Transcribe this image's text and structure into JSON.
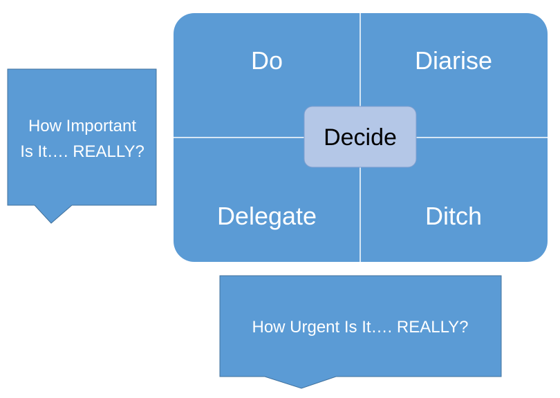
{
  "matrix": {
    "quadrants": {
      "top_left": "Do",
      "top_right": "Diarise",
      "bottom_left": "Delegate",
      "bottom_right": "Ditch"
    },
    "center_label": "Decide"
  },
  "callouts": {
    "importance": {
      "line1": "How Important",
      "line2": "Is It…. REALLY?"
    },
    "urgency": {
      "text": "How Urgent Is It…. REALLY?"
    }
  },
  "colors": {
    "shape_fill": "#5b9bd5",
    "shape_stroke": "#41719c",
    "divider": "#ffffff",
    "center_fill": "#b4c7e7",
    "center_stroke": "#7f9fcf"
  }
}
